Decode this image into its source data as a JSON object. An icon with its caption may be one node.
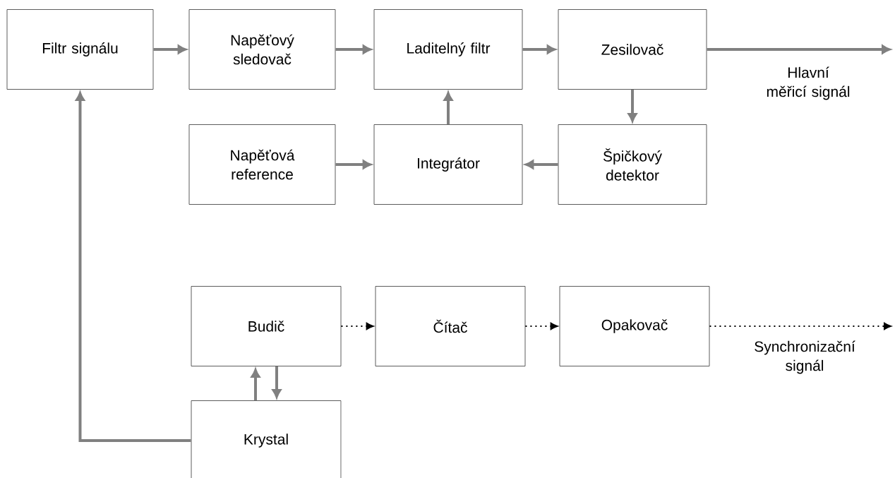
{
  "diagram": {
    "nodes": [
      {
        "text": [
          "Filtr signálu"
        ]
      },
      {
        "text": [
          "Napěťový sledovač"
        ]
      },
      {
        "text": [
          "Laditelný filtr"
        ]
      },
      {
        "text": [
          "Zesilovač"
        ]
      },
      {
        "text": [
          "Napěťová reference"
        ]
      },
      {
        "text": [
          "Integrátor"
        ]
      },
      {
        "text": [
          "Špičkový detektor"
        ]
      },
      {
        "text": [
          "Budič"
        ]
      },
      {
        "text": [
          "Čítač"
        ]
      },
      {
        "text": [
          "Opakovač"
        ]
      },
      {
        "text": [
          "Krystal"
        ]
      }
    ],
    "edges": [
      {
        "from": 0,
        "to": 1,
        "arrow": "to"
      },
      {
        "from": 1,
        "to": 2,
        "arrow": "to"
      },
      {
        "from": 2,
        "to": 3,
        "arrow": "to"
      },
      {
        "from": 3,
        "to": null,
        "arrow": "to",
        "label": "Hlavní měřicí signál"
      },
      {
        "from": 3,
        "to": 6,
        "arrow": "to"
      },
      {
        "from": 6,
        "to": 5,
        "arrow": "to"
      },
      {
        "from": 4,
        "to": 5,
        "arrow": "to"
      },
      {
        "from": 5,
        "to": 2,
        "arrow": "to"
      },
      {
        "from": 7,
        "to": 8,
        "arrow": "to",
        "style": "dashed",
        "color": "#000000"
      },
      {
        "from": 8,
        "to": 9,
        "arrow": "to",
        "style": "dashed",
        "color": "#000000"
      },
      {
        "from": 9,
        "to": null,
        "arrow": "to",
        "style": "dashed",
        "color": "#000000",
        "label": "Synchronizační signál"
      },
      {
        "from": 10,
        "to": 7,
        "arrow": "to"
      },
      {
        "from": 7,
        "to": 10,
        "arrow": "to"
      },
      {
        "from": 10,
        "to": 0,
        "arrow": "to"
      }
    ]
  }
}
